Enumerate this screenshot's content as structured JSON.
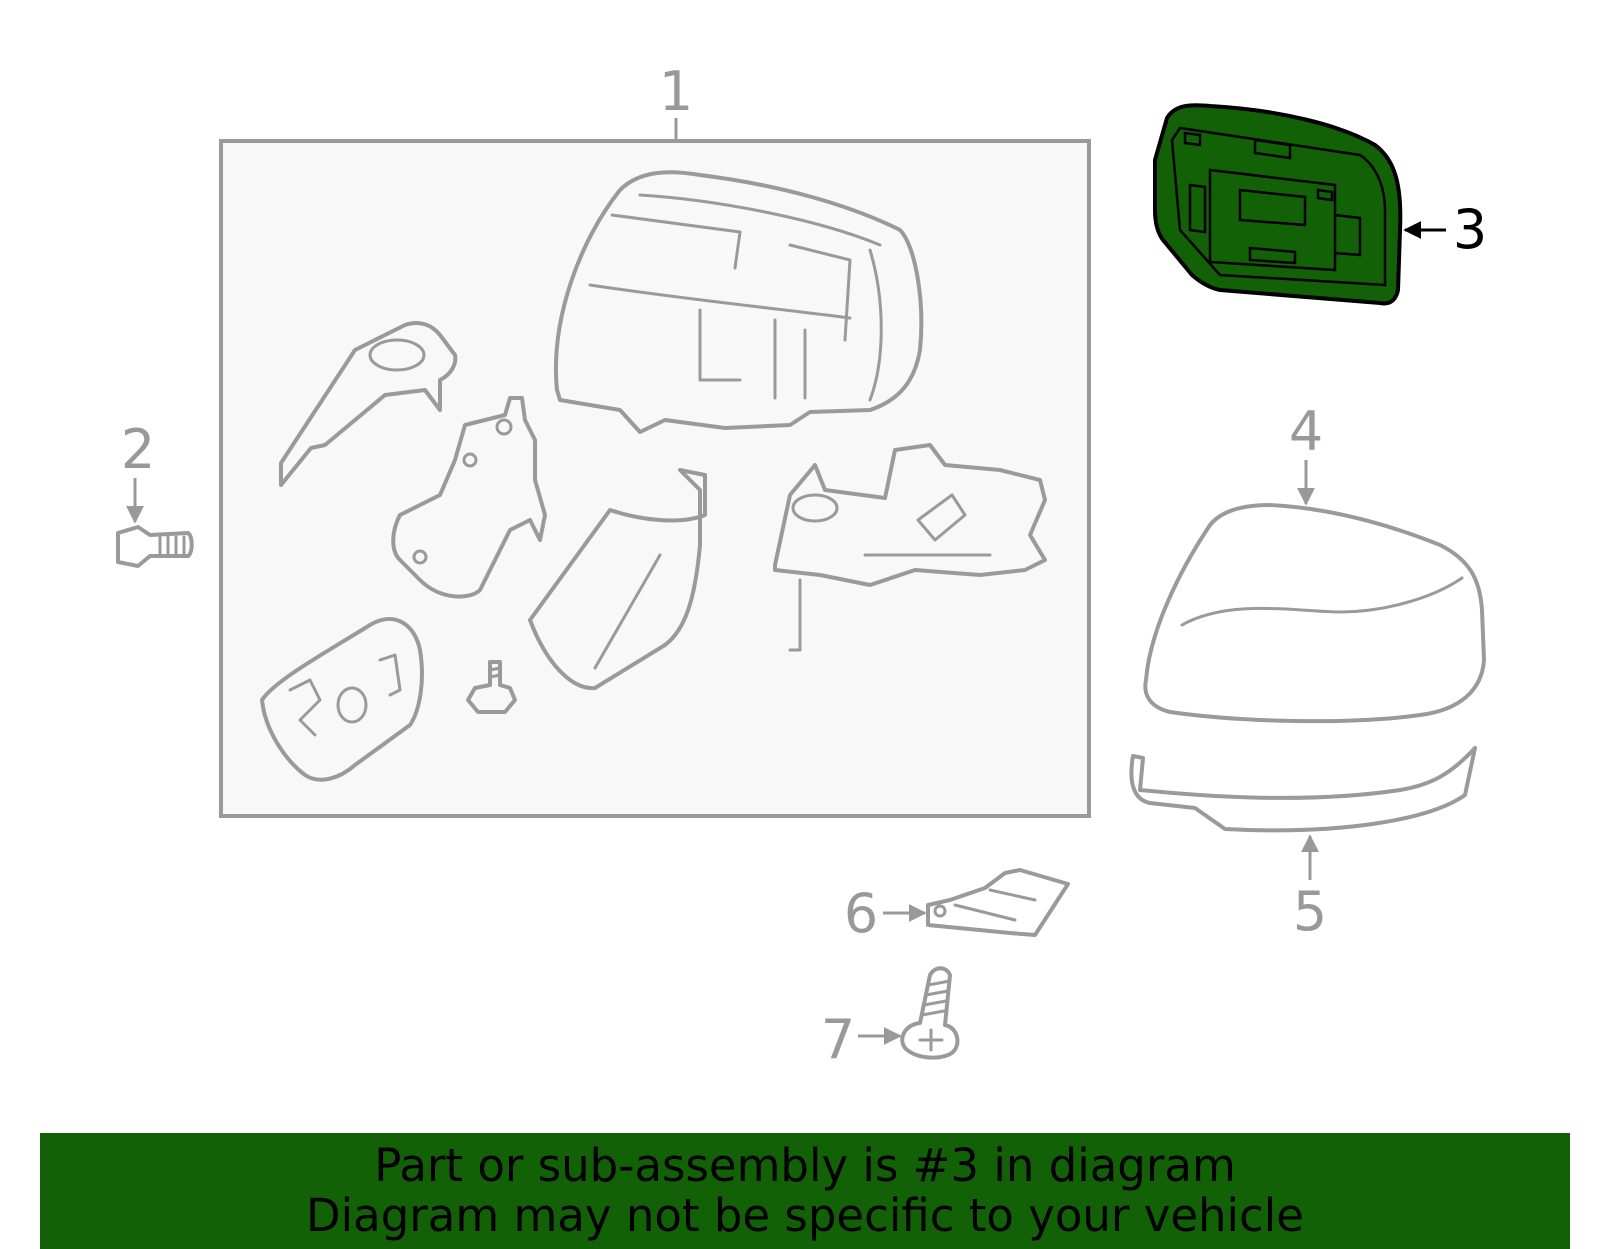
{
  "callouts": {
    "c1": "1",
    "c2": "2",
    "c3": "3",
    "c4": "4",
    "c5": "5",
    "c6": "6",
    "c7": "7"
  },
  "banner": {
    "line1": "Part or sub-assembly is #3 in diagram",
    "line2": "Diagram may not be specific to your vehicle"
  },
  "colors": {
    "highlight": "#136107",
    "banner_bg": "#136107",
    "line_art": "#9a9a9a",
    "assembly_box_fill": "#f8f8f8"
  }
}
